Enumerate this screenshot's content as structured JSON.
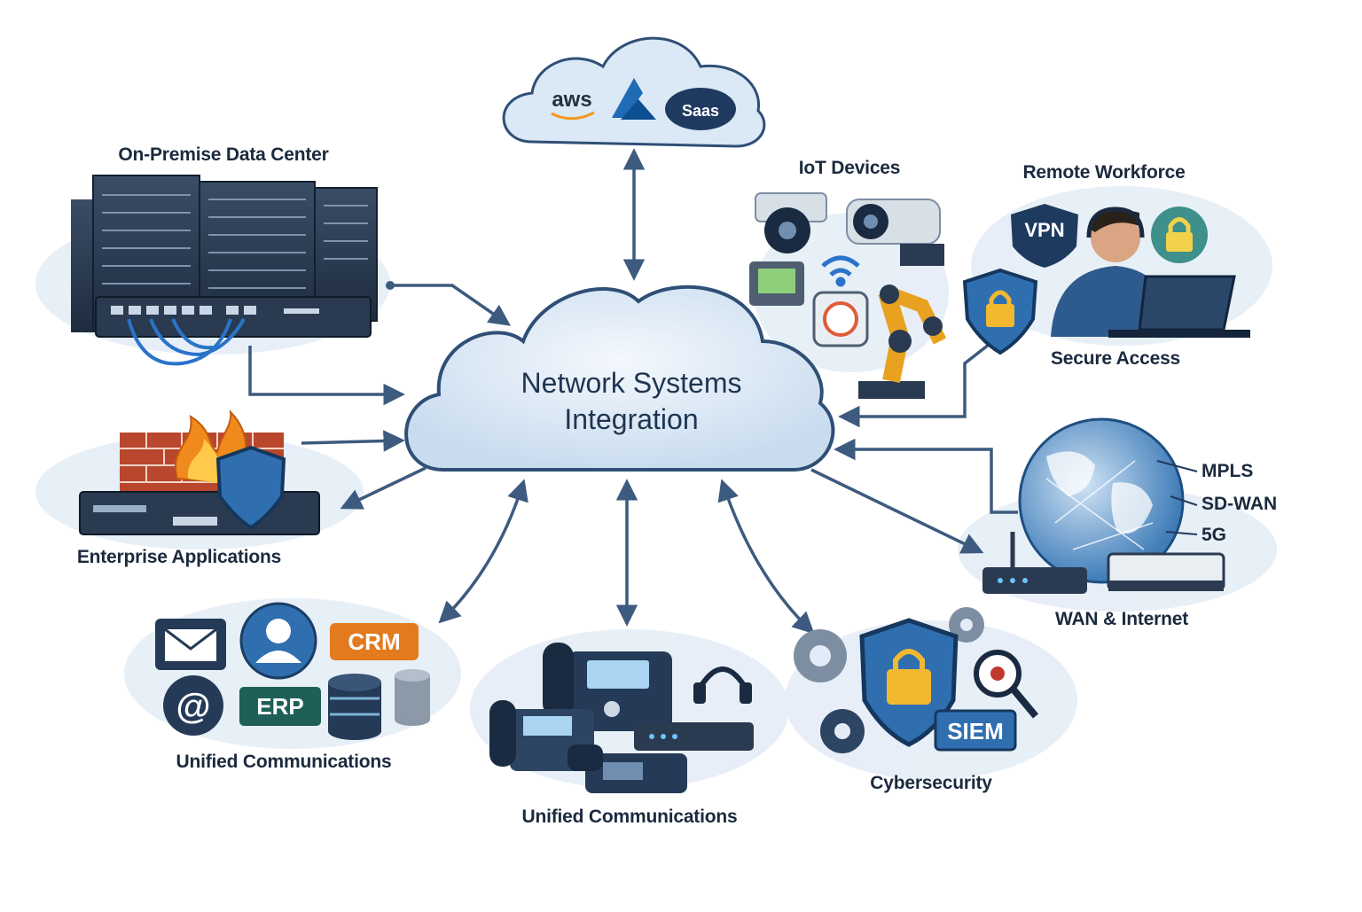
{
  "hub": {
    "title": "Network Systems Integration"
  },
  "cloud_providers": {
    "aws": "aws",
    "saas": "Saas"
  },
  "nodes": {
    "data_center": "On-Premise Data Center",
    "iot": "IoT Devices",
    "remote": "Remote Workforce",
    "secure_access": "Secure Access",
    "enterprise_apps": "Enterprise Applications",
    "wan": "WAN & Internet",
    "uc_left": "Unified Communications",
    "uc_center": "Unified Communications",
    "cyber": "Cybersecurity"
  },
  "wan_links": [
    "MPLS",
    "SD-WAN",
    "5G"
  ],
  "badges": {
    "vpn": "VPN",
    "crm": "CRM",
    "erp": "ERP",
    "siem": "SIEM",
    "email_at": "@"
  },
  "colors": {
    "arrow": "#3d5a7f",
    "cloud_fill": "#dbe8f5",
    "cloud_stroke": "#2f4f76",
    "navy": "#1f3a5f",
    "shield": "#2f6fb0",
    "lock": "#f2b830",
    "brick": "#b8472d",
    "flame": "#f08a1c",
    "crm_orange": "#e37a1e",
    "erp_teal": "#1f5f58",
    "globe": "#4a85c0"
  }
}
